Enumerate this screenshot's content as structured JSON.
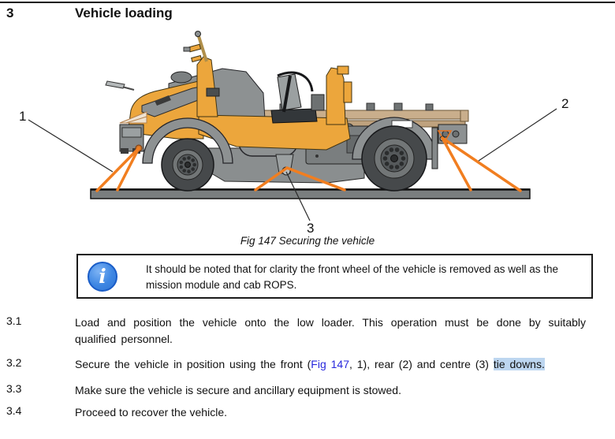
{
  "page": {
    "section_number": "3",
    "title": "Vehicle loading"
  },
  "figure": {
    "caption": "Fig 147 Securing the vehicle",
    "callouts": [
      {
        "label": "1",
        "points_to": "front tie down"
      },
      {
        "label": "2",
        "points_to": "rear tie down"
      },
      {
        "label": "3",
        "points_to": "centre tie down"
      }
    ]
  },
  "note": {
    "icon": "info",
    "icon_glyph": "i",
    "text": "It should be noted that for clarity the front wheel of the vehicle is removed as well as the mission module and cab ROPS."
  },
  "paragraphs": [
    {
      "number": "3.1",
      "text": "Load and position the vehicle onto the low loader. This operation must be done by suitably qualified personnel."
    },
    {
      "number": "3.2",
      "pre": "Secure the vehicle in position using the front (",
      "link": "Fig 147",
      "mid": ", 1), rear (2) and centre (3) ",
      "highlight": "tie downs."
    },
    {
      "number": "3.3",
      "text": "Make sure the vehicle is secure and ancillary equipment is stowed."
    },
    {
      "number": "3.4",
      "text": "Proceed to recover the vehicle."
    }
  ],
  "colors": {
    "link_blue": "#2828dc",
    "search_highlight": "#bdd6f0",
    "strap_orange": "#f17e20",
    "vehicle_yellow": "#eca63c",
    "chassis_tan": "#c9ae8c",
    "body_gray": "#8d9192",
    "info_icon_blue": "#3d86e3",
    "platform_gray": "#7a7e7f"
  }
}
